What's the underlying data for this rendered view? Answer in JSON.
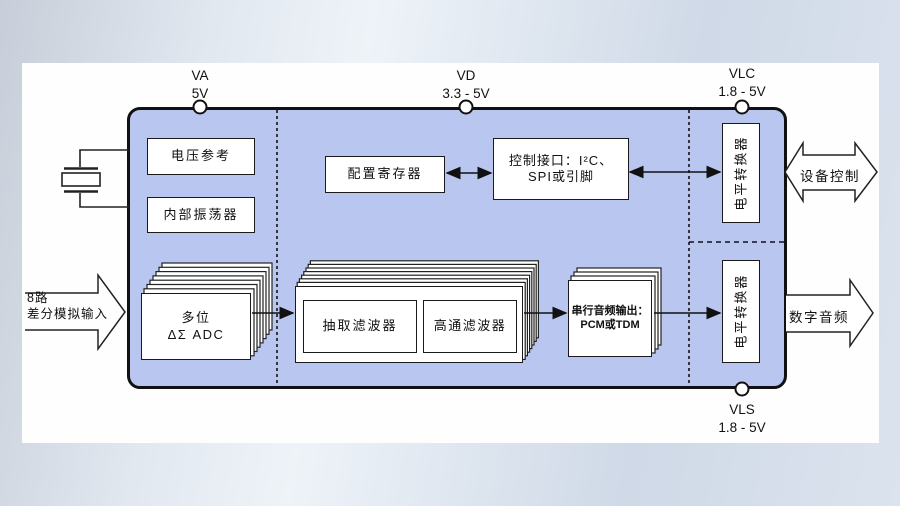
{
  "diagram": {
    "power_pins": {
      "va": {
        "name": "VA",
        "voltage": "5V"
      },
      "vd": {
        "name": "VD",
        "voltage": "3.3 - 5V"
      },
      "vlc": {
        "name": "VLC",
        "voltage": "1.8 - 5V"
      },
      "vls": {
        "name": "VLS",
        "voltage": "1.8 - 5V"
      }
    },
    "blocks": {
      "voltage_ref": "电压参考",
      "oscillator": "内部振荡器",
      "config_reg": "配置寄存器",
      "control_if_line1": "控制接口：I²C、",
      "control_if_line2": "SPI或引脚",
      "adc_line1": "多位",
      "adc_line2": "ΔΣ ADC",
      "decimation_filter": "抽取滤波器",
      "highpass_filter": "高通滤波器",
      "serial_out_line1": "串行音频输出：",
      "serial_out_line2": "PCM或TDM",
      "level_shifter": "电平转换器"
    },
    "io": {
      "analog_in_line1": "8路",
      "analog_in_line2": "差分模拟输入",
      "device_control": "设备控制",
      "digital_audio": "数字音频"
    },
    "colors": {
      "chip_fill": "#b9c7f0",
      "chip_border": "#111111",
      "canvas": "#fefefe"
    }
  }
}
